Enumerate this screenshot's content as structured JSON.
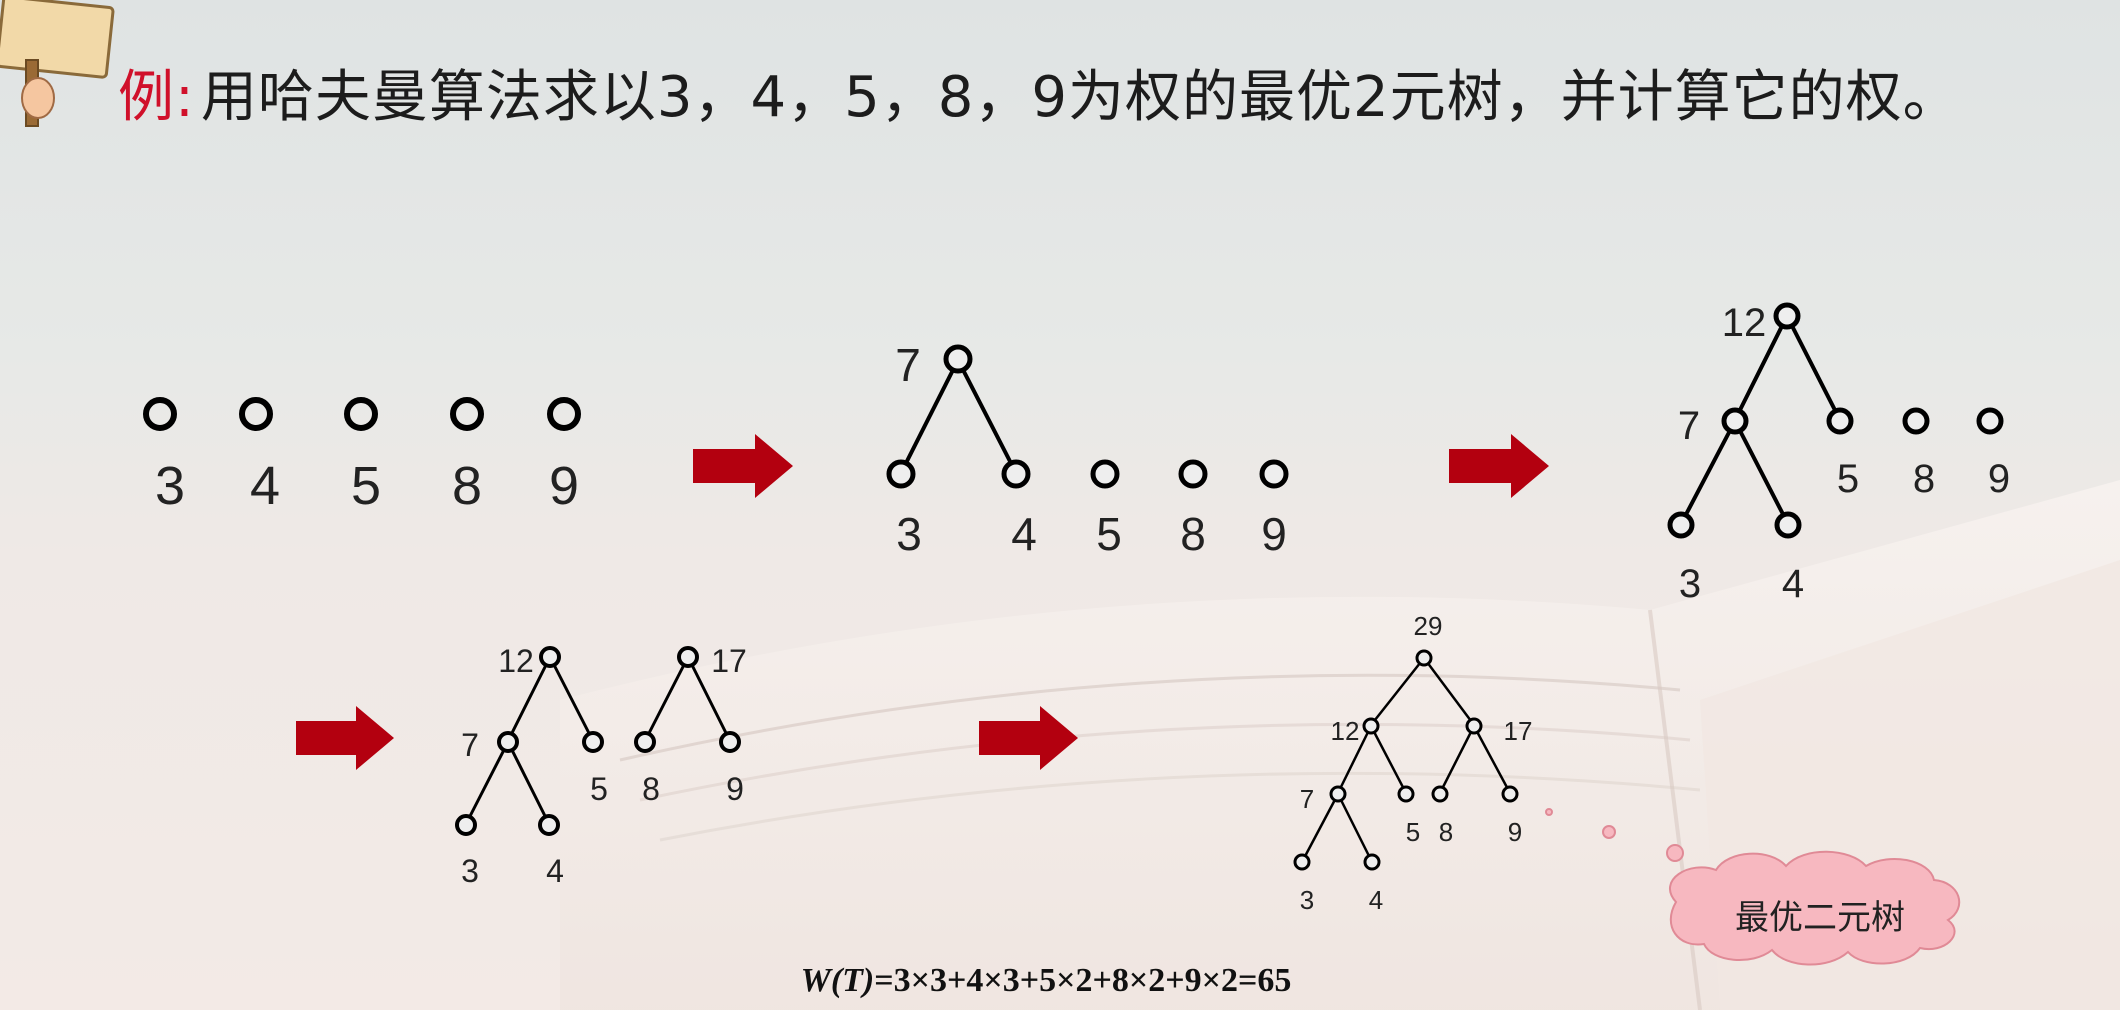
{
  "title": {
    "lead": "例",
    "colon": ":",
    "text": "用哈夫曼算法求以3，4，5，8，9为权的最优2元树，并计算它的权。"
  },
  "weights": [
    "3",
    "4",
    "5",
    "8",
    "9"
  ],
  "step2": {
    "leaves": [
      "3",
      "4",
      "5",
      "8",
      "9"
    ],
    "merged": "7"
  },
  "step3": {
    "leaves": [
      "3",
      "4",
      "5",
      "8",
      "9"
    ],
    "internal": [
      "7",
      "12"
    ]
  },
  "step4": {
    "leaves": [
      "3",
      "4",
      "5",
      "8",
      "9"
    ],
    "internal": [
      "7",
      "12",
      "17"
    ]
  },
  "step5": {
    "leaves": [
      "3",
      "4",
      "5",
      "8",
      "9"
    ],
    "internal": [
      "7",
      "12",
      "17",
      "29"
    ]
  },
  "callout": "最优二元树",
  "formula": {
    "lhs": "W(T)",
    "rhs": "=3×3+4×3+5×2+8×2+9×2=65"
  },
  "colors": {
    "arrow": "#b3000f",
    "lead": "#d0102a",
    "cloud": "#f7b8c0"
  }
}
